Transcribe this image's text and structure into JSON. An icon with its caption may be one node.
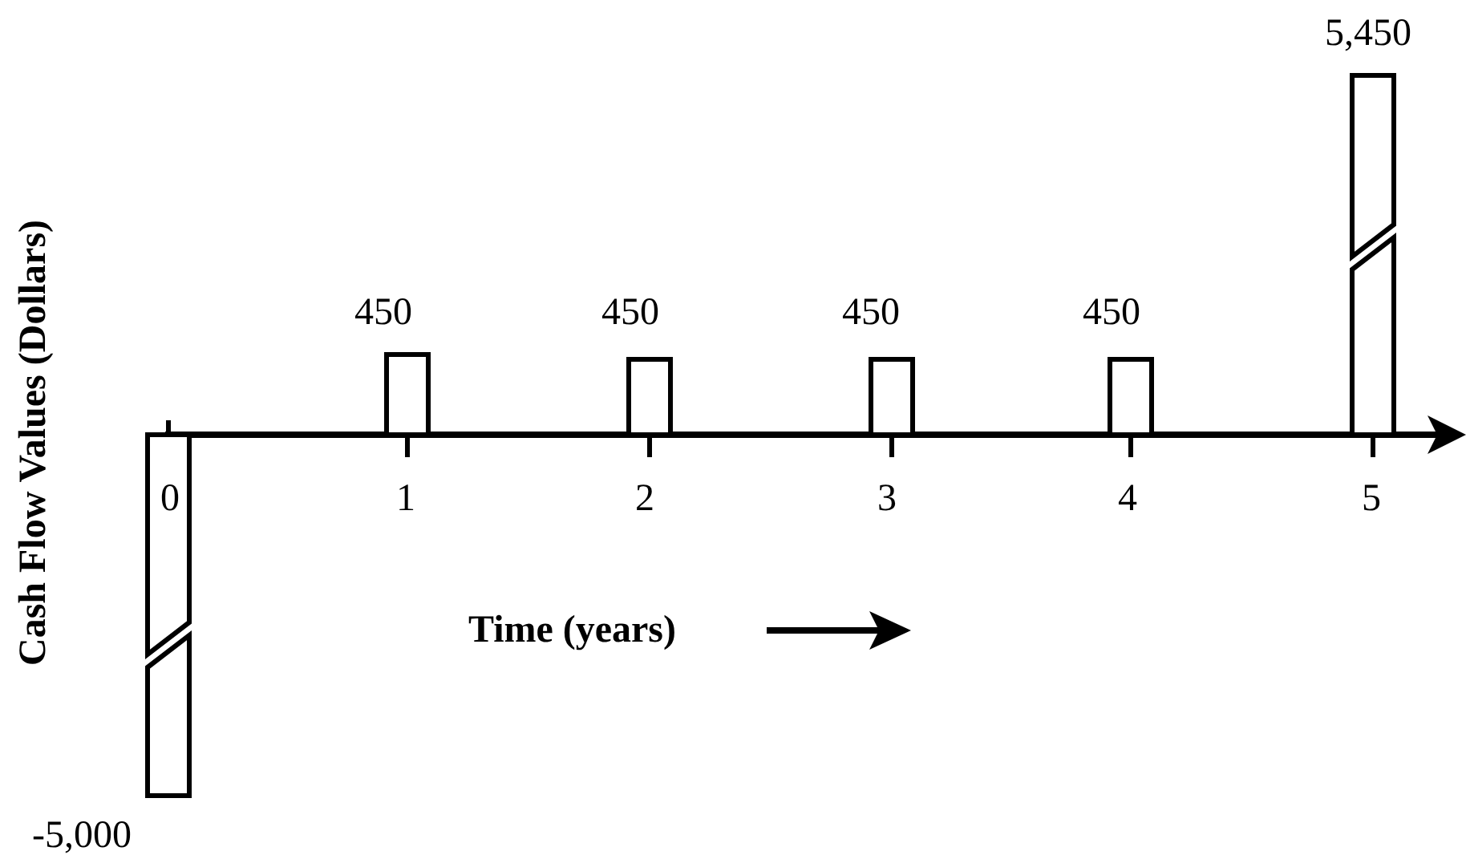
{
  "diagram": {
    "labels": [
      "Cash Flow Values (Dollars)",
      "5,450",
      "450",
      "450",
      "450",
      "450",
      "0",
      "1",
      "2",
      "3",
      "4",
      "5",
      "Time (years)",
      "-5,000"
    ]
  }
}
